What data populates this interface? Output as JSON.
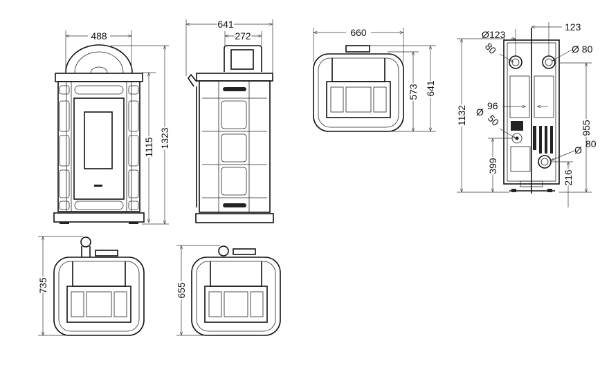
{
  "front_view": {
    "width": "488",
    "height_body": "1115",
    "height_total": "1323"
  },
  "side_view": {
    "depth": "641",
    "flue_offset": "272"
  },
  "top_view": {
    "width": "660",
    "depth_inner": "573",
    "depth_total": "641"
  },
  "rear_view": {
    "flue_offset_left": "123",
    "flue_offset_right": "123",
    "diameter_left": "80",
    "diameter_right": "80",
    "height_total": "1132",
    "inlet_diameter_96": "96",
    "diameter_50": "50",
    "height_399": "399",
    "height_955": "955",
    "diameter_bottom": "80",
    "height_216": "216",
    "diameter_symbol": "Ø"
  },
  "bottom_view_1": {
    "depth": "735"
  },
  "bottom_view_2": {
    "depth": "655"
  }
}
